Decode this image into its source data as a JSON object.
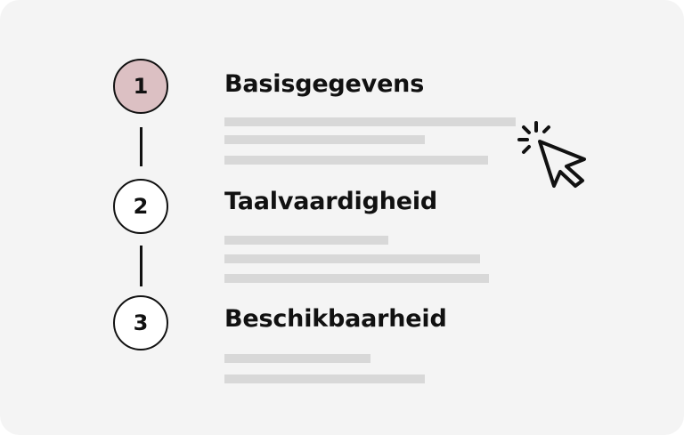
{
  "steps": [
    {
      "number": "1",
      "label": "Basisgegevens",
      "state": "active"
    },
    {
      "number": "2",
      "label": "Taalvaardigheid",
      "state": "inactive"
    },
    {
      "number": "3",
      "label": "Beschikbaarheid",
      "state": "inactive"
    }
  ],
  "colors": {
    "active_step_fill": "#dcc0c3",
    "inactive_step_fill": "#ffffff",
    "stroke": "#111111",
    "placeholder_bar": "#d8d8d8",
    "card_background": "#f4f4f4"
  },
  "icons": {
    "cursor": "click-cursor-icon"
  }
}
